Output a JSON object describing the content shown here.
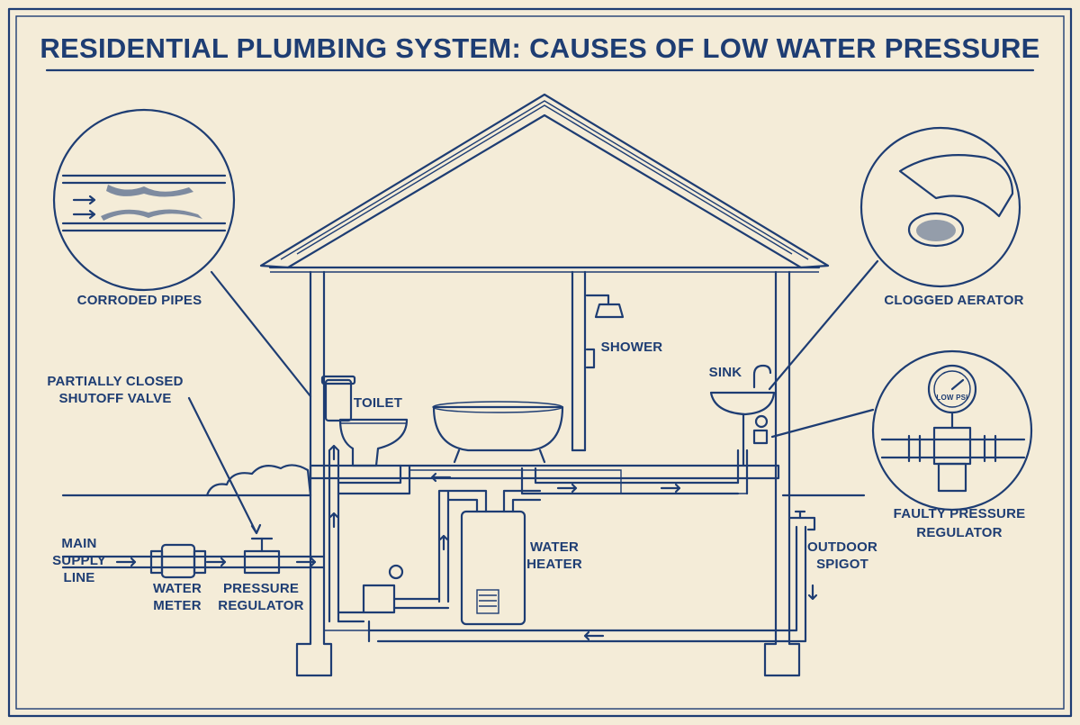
{
  "title": "RESIDENTIAL PLUMBING SYSTEM: CAUSES OF LOW WATER PRESSURE",
  "colors": {
    "ink": "#1e3d73",
    "paper": "#f4ecd8"
  },
  "labels": {
    "corroded_pipes": "CORRODED PIPES",
    "clogged_aerator": "CLOGGED AERATOR",
    "shutoff_1": "PARTIALLY CLOSED",
    "shutoff_2": "SHUTOFF VALVE",
    "toilet": "TOILET",
    "shower": "SHOWER",
    "sink": "SINK",
    "main_1": "MAIN",
    "main_2": "SUPPLY",
    "main_3": "LINE",
    "meter_1": "WATER",
    "meter_2": "METER",
    "preg_1": "PRESSURE",
    "preg_2": "REGULATOR",
    "heater_1": "WATER",
    "heater_2": "HEATER",
    "spigot_1": "OUTDOOR",
    "spigot_2": "SPIGOT",
    "faulty_1": "FAULTY PRESSURE",
    "faulty_2": "REGULATOR",
    "gauge_text": "LOW PSI"
  }
}
